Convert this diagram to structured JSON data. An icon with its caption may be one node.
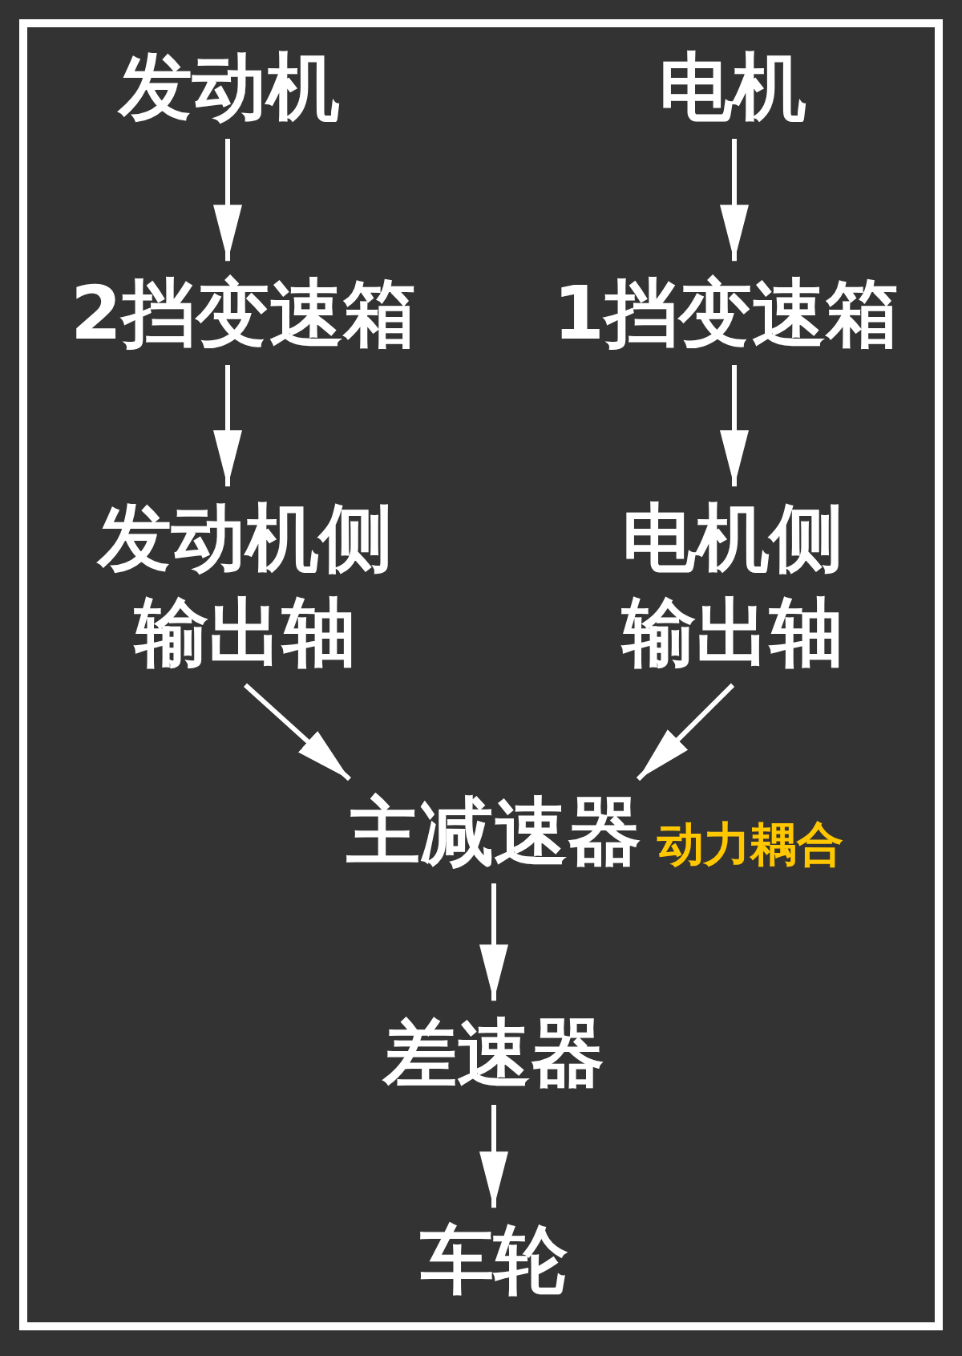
{
  "diagram": {
    "nodes": [
      {
        "text": [
          "发动机"
        ]
      },
      {
        "text": [
          "电机"
        ]
      },
      {
        "text": [
          "2挡变速箱"
        ]
      },
      {
        "text": [
          "1挡变速箱"
        ]
      },
      {
        "text": [
          "发动机侧输出轴"
        ]
      },
      {
        "text": [
          "电机侧输出轴"
        ]
      },
      {
        "text": [
          "主减速器"
        ],
        "beside": [
          "动力耦合"
        ]
      },
      {
        "text": [
          "差速器"
        ]
      },
      {
        "text": [
          "车轮"
        ]
      }
    ],
    "edges": [
      {
        "from": 0,
        "to": 2,
        "arrow": "to"
      },
      {
        "from": 1,
        "to": 3,
        "arrow": "to"
      },
      {
        "from": 2,
        "to": 4,
        "arrow": "to"
      },
      {
        "from": 3,
        "to": 5,
        "arrow": "to"
      },
      {
        "from": 4,
        "to": 6,
        "arrow": "to"
      },
      {
        "from": 5,
        "to": 6,
        "arrow": "to"
      },
      {
        "from": 6,
        "to": 7,
        "arrow": "to"
      },
      {
        "from": 7,
        "to": 8,
        "arrow": "to"
      }
    ]
  }
}
